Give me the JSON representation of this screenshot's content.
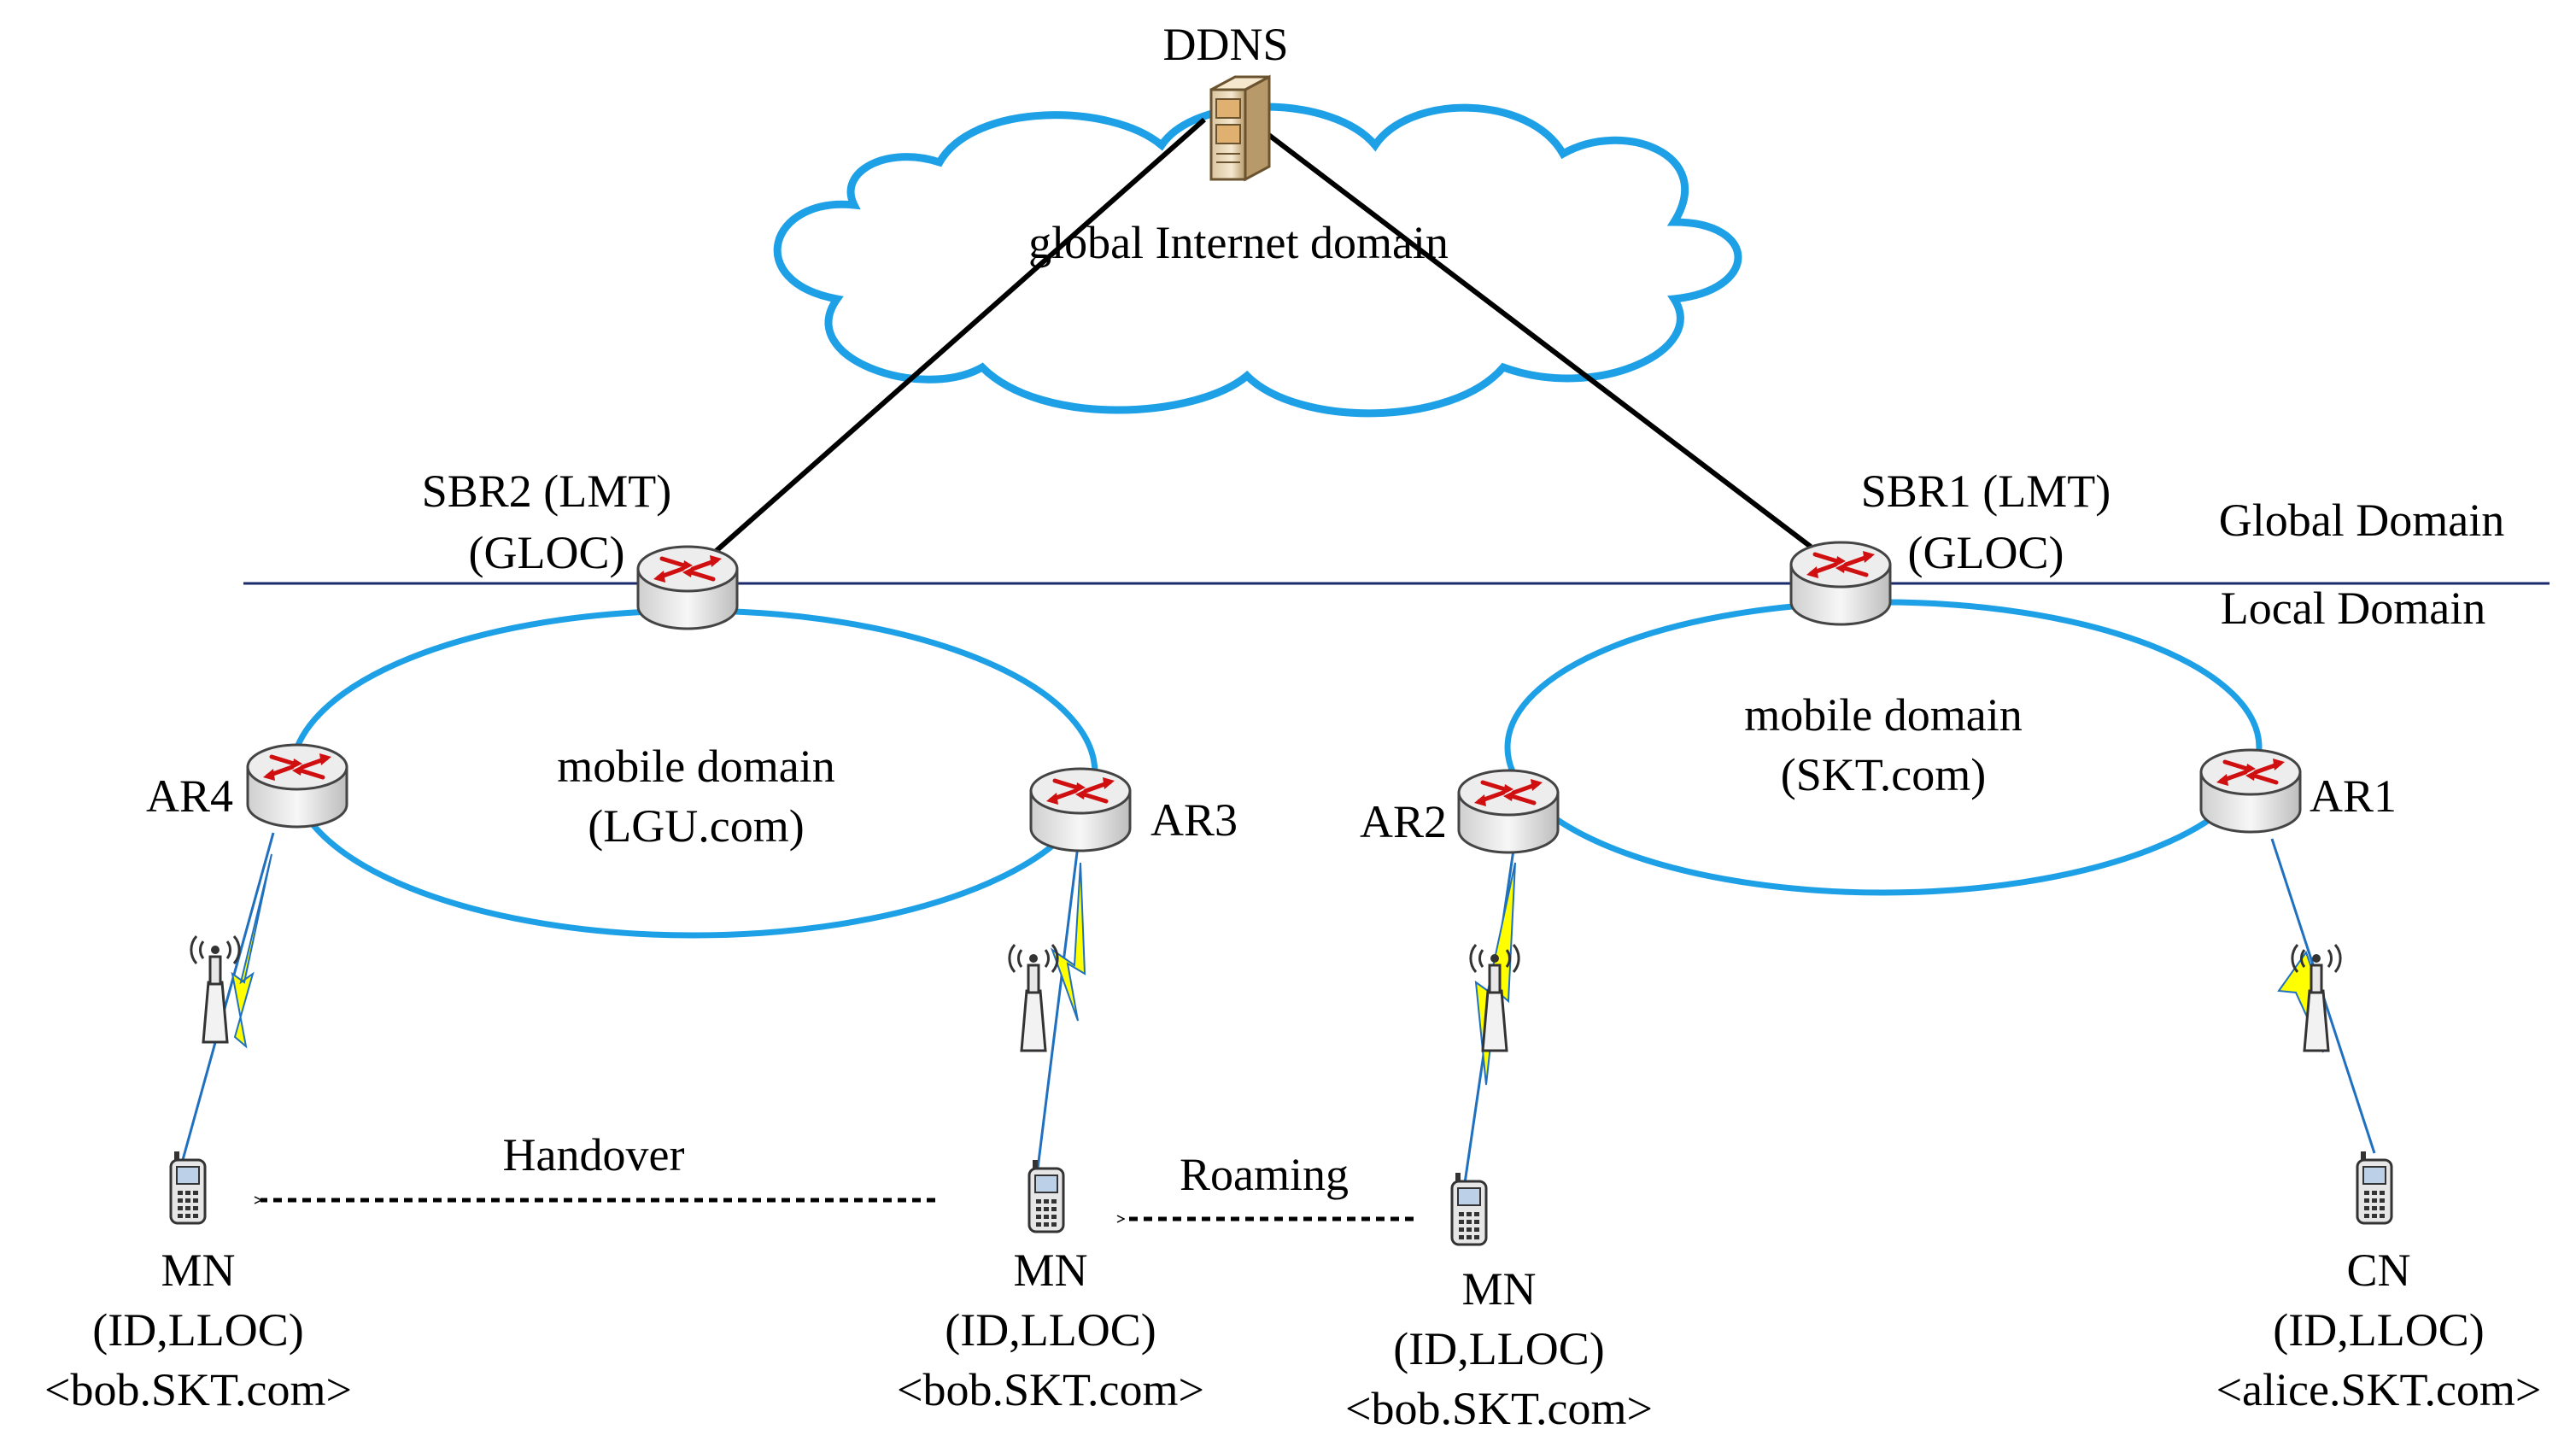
{
  "colors": {
    "cloud": "#1ea0e6",
    "domain_ellipse": "#1ea0e6",
    "boundary": "#1a2a6c",
    "link": "#000000",
    "router_arrow": "#d01010",
    "bolt_fill": "#ffff00",
    "bolt_edge": "#2070c0",
    "text": "#000000"
  },
  "labels": {
    "ddns": "DDNS",
    "cloud": "global Internet domain",
    "global_domain": "Global Domain",
    "local_domain": "Local Domain",
    "sbr2_line1": "SBR2 (LMT)",
    "sbr2_line2": "(GLOC)",
    "sbr1_line1": "SBR1 (LMT)",
    "sbr1_line2": "(GLOC)",
    "lgu_line1": "mobile domain",
    "lgu_line2": "(LGU.com)",
    "skt_line1": "mobile domain",
    "skt_line2": "(SKT.com)",
    "ar4": "AR4",
    "ar3": "AR3",
    "ar2": "AR2",
    "ar1": "AR1",
    "handover": "Handover",
    "roaming": "Roaming"
  },
  "nodes": {
    "mn_left": {
      "name": "MN",
      "ids": "(ID,LLOC)",
      "addr": "<bob.SKT.com>"
    },
    "mn_mid": {
      "name": "MN",
      "ids": "(ID,LLOC)",
      "addr": "<bob.SKT.com>"
    },
    "mn_right": {
      "name": "MN",
      "ids": "(ID,LLOC)",
      "addr": "<bob.SKT.com>"
    },
    "cn": {
      "name": "CN",
      "ids": "(ID,LLOC)",
      "addr": "<alice.SKT.com>"
    }
  },
  "icons": {
    "server": "server-icon",
    "router": "router-icon",
    "antenna": "antenna-icon",
    "phone": "mobile-phone-icon"
  }
}
